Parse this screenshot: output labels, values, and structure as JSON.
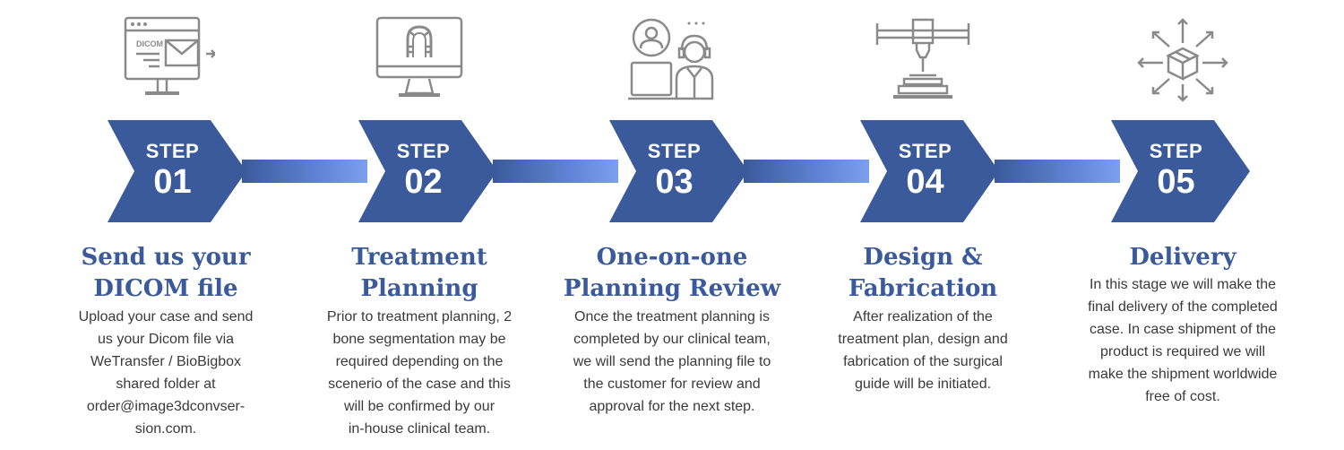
{
  "colors": {
    "primary": "#3b5a9b",
    "connector_start": "#3b5a9b",
    "connector_end": "#7aa0ef",
    "icon_gray": "#8a8a8a",
    "text_gray": "#3a3a3a"
  },
  "steps": [
    {
      "step_label": "STEP",
      "number": "01",
      "icon": "dicom-email-monitor-icon",
      "title_lines": [
        "Send us your",
        "DICOM file"
      ],
      "icon_text": "DICOM",
      "desc_lines": [
        "Upload your case and send",
        "us your Dicom file via",
        "WeTransfer / BioBigbox",
        "shared folder at",
        "order@image3dconvser-",
        "sion.com."
      ]
    },
    {
      "step_label": "STEP",
      "number": "02",
      "icon": "dental-scan-monitor-icon",
      "title_lines": [
        "Treatment",
        "Planning"
      ],
      "desc_lines": [
        "Prior to treatment planning, 2",
        "bone segmentation may be",
        "required depending on the",
        "scenerio of the case and this",
        "will be confirmed by our",
        "in-house clinical team."
      ]
    },
    {
      "step_label": "STEP",
      "number": "03",
      "icon": "video-consultation-icon",
      "title_lines": [
        "One-on-one",
        "Planning Review"
      ],
      "desc_lines": [
        "Once the treatment planning is",
        "completed by our clinical team,",
        "we will send the planning file to",
        "the customer for review and",
        "approval for the next step."
      ]
    },
    {
      "step_label": "STEP",
      "number": "04",
      "icon": "3d-printer-icon",
      "title_lines": [
        "Design &",
        "Fabrication"
      ],
      "desc_lines": [
        "After realization of the",
        "treatment plan, design and",
        "fabrication of the surgical",
        "guide will be initiated."
      ]
    },
    {
      "step_label": "STEP",
      "number": "05",
      "icon": "package-delivery-icon",
      "title_lines": [
        "Delivery"
      ],
      "desc_lines": [
        "In this stage we will make the",
        "final delivery of the completed",
        "case. In case shipment of the",
        "product is required we will",
        "make the shipment worldwide",
        "free of cost."
      ]
    }
  ]
}
